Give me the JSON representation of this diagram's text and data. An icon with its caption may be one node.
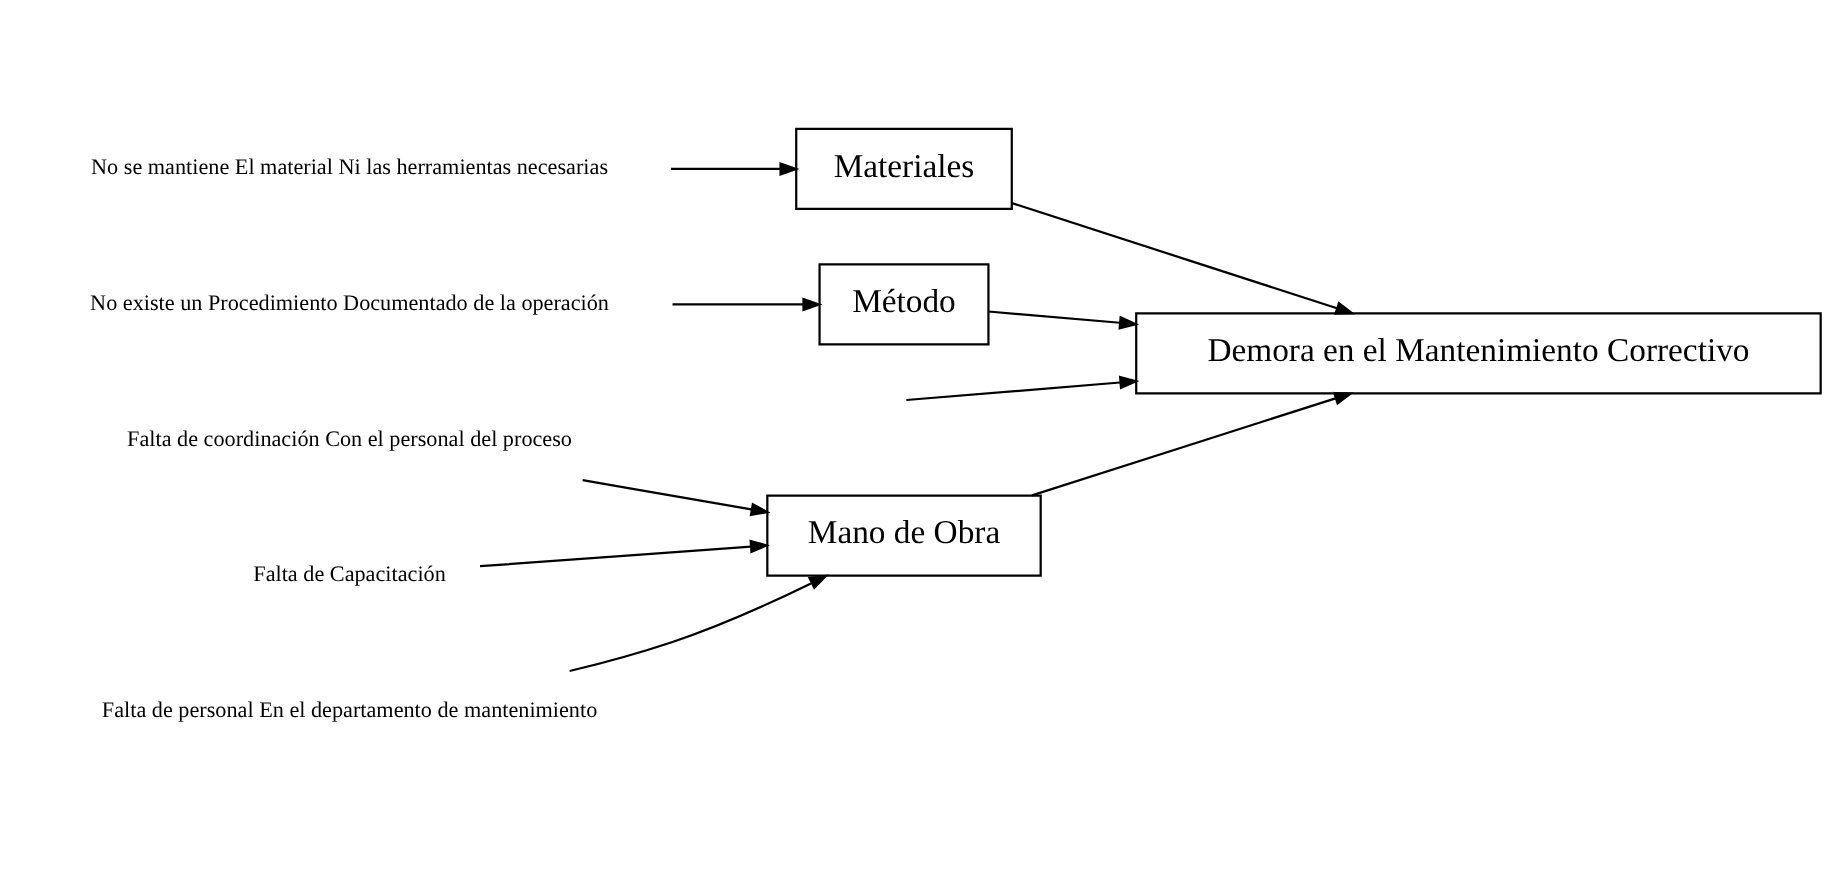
{
  "diagram": {
    "nodes": [
      {
        "text": [
          "Mano de Obra"
        ]
      },
      {
        "text": [
          "Materiales"
        ]
      },
      {
        "text": [
          "Falta de coordinación Con el personal del proceso"
        ]
      },
      {
        "text": [
          "No se mantiene El material Ni las herramientas necesarias"
        ]
      },
      {
        "text": [
          "Falta de Capacitación"
        ]
      },
      {
        "text": [
          "Falta de personal En el departamento de mantenimiento"
        ]
      },
      {
        "text": [
          "Demora en el Mantenimiento Correctivo"
        ]
      },
      {
        "text": [
          "No existe un Procedimiento Documentado de la operación"
        ]
      },
      {
        "text": [
          "Método"
        ]
      }
    ],
    "edges": [
      {
        "from": 2,
        "to": 0,
        "arrow": "to"
      },
      {
        "from": 4,
        "to": 0,
        "arrow": "to"
      },
      {
        "from": 5,
        "to": 0,
        "arrow": "to"
      },
      {
        "from": 3,
        "to": 1,
        "arrow": "to"
      },
      {
        "from": 7,
        "to": 8,
        "arrow": "to"
      },
      {
        "from": 0,
        "to": 6,
        "arrow": "to"
      },
      {
        "from": 1,
        "to": 6,
        "arrow": "to"
      },
      {
        "from": 8,
        "to": 6,
        "arrow": "to"
      },
      {
        "from": null,
        "to": 6,
        "arrow": "to"
      }
    ]
  }
}
